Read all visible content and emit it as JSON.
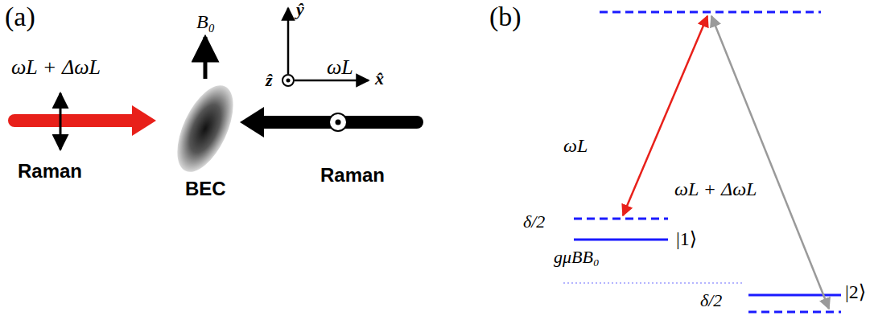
{
  "diagram": {
    "labels": [
      "(a)",
      "ωL + ΔωL",
      "Raman",
      "B₀",
      "ŷ",
      "ẑ",
      "x̂",
      "BEC",
      "ωL",
      "Raman",
      "(b)",
      "ωL",
      "ωL + ΔωL",
      "δ/2",
      "|1⟩",
      "gμBB₀",
      "δ/2",
      "|2⟩"
    ]
  }
}
